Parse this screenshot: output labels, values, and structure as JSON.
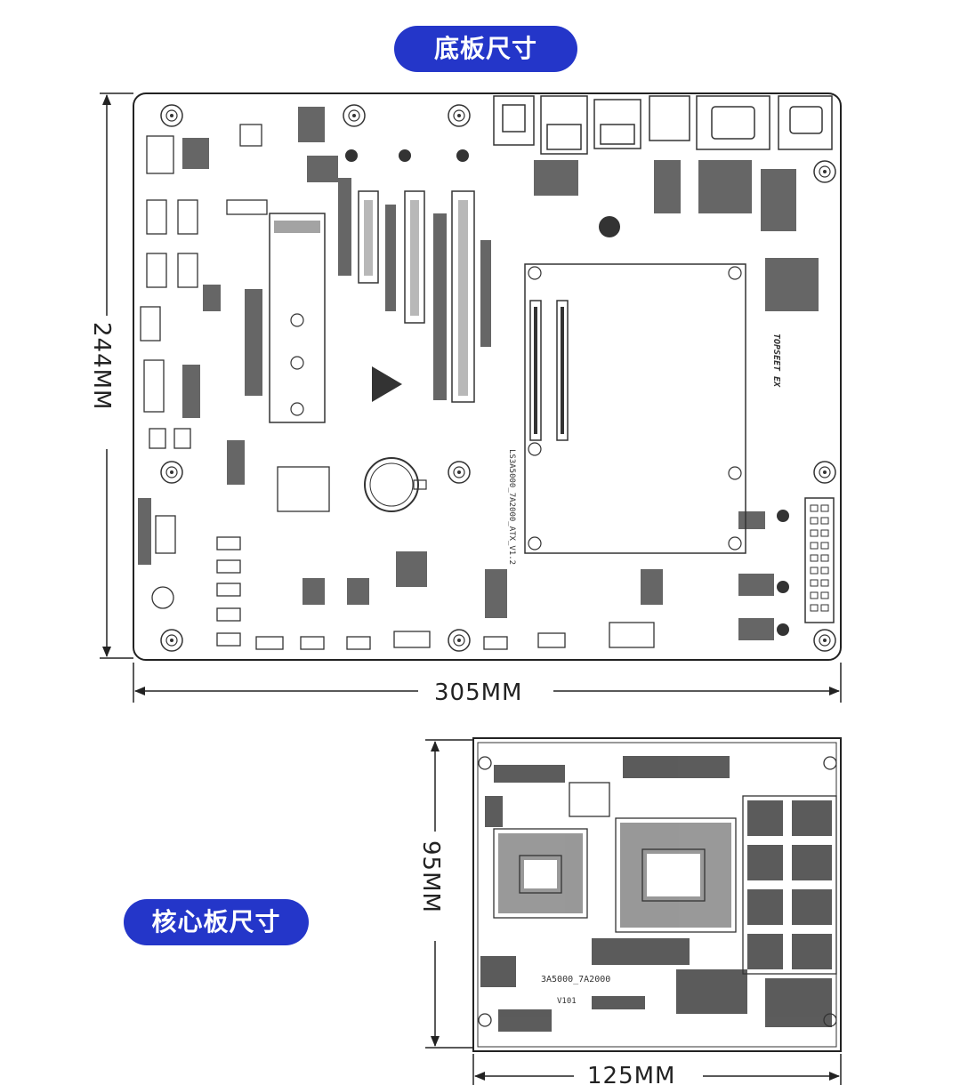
{
  "titles": {
    "baseboard": "底板尺寸",
    "coreboard": "核心板尺寸"
  },
  "dimensions": {
    "baseboard_height": "244MM",
    "baseboard_width": "305MM",
    "coreboard_height": "95MM",
    "coreboard_width": "125MM"
  },
  "silkscreen": {
    "baseboard_model": "LS3A5000_7A2000_ATX_V1.2",
    "baseboard_brand": "TOPSEET EX",
    "coreboard_model": "3A5000_7A2000",
    "coreboard_version": "V101"
  },
  "colors": {
    "pill_background": "#2436c9",
    "pill_text": "#ffffff",
    "line": "#222222"
  }
}
